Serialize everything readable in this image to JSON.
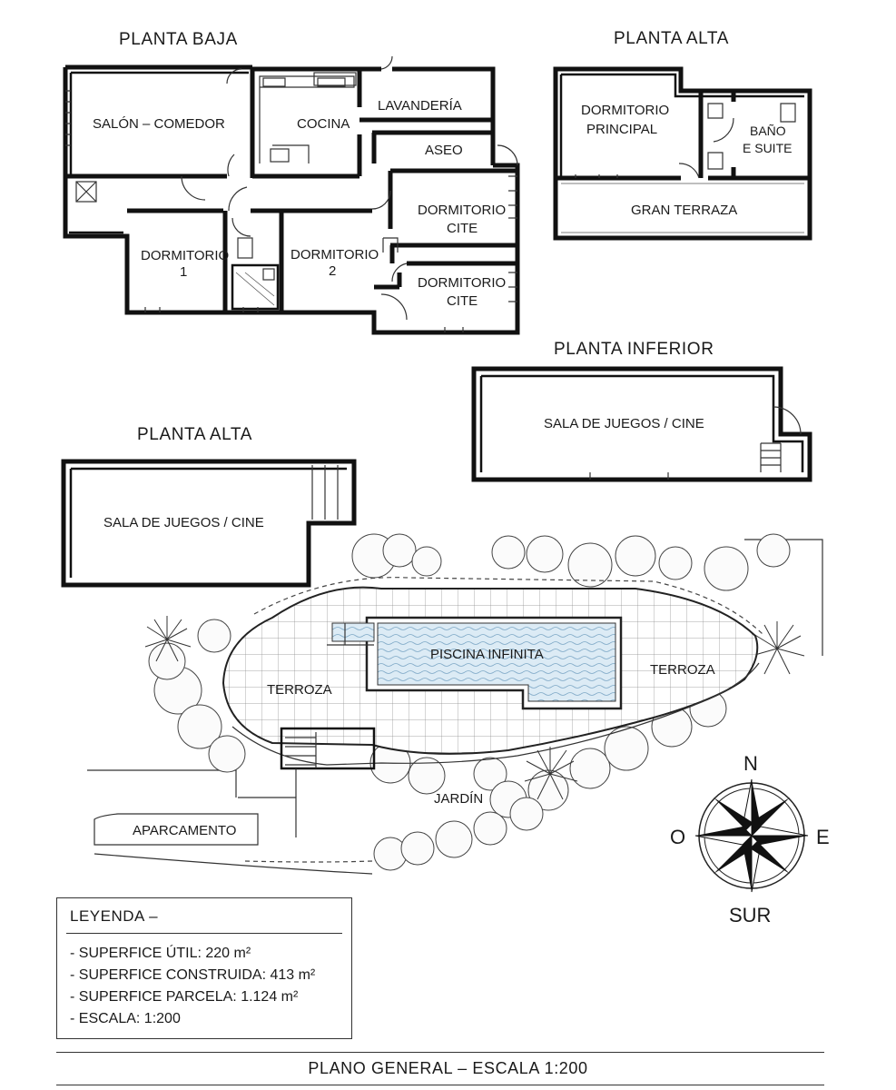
{
  "plans": {
    "planta_baja": {
      "title": "PLANTA BAJA",
      "rooms": {
        "salon": "SALÓN – COMEDOR",
        "cocina": "COCINA",
        "lavanderia": "LAVANDERÍA",
        "aseo": "ASEO",
        "dormitorio1_a": "DORMITORIO",
        "dormitorio1_b": "1",
        "dormitorio2_a": "DORMITORIO",
        "dormitorio2_b": "2",
        "cite1_a": "DORMITORIO",
        "cite1_b": "CITE",
        "cite2_a": "DORMITORIO",
        "cite2_b": "CITE"
      }
    },
    "planta_alta_top": {
      "title": "PLANTA ALTA",
      "rooms": {
        "principal_a": "DORMITORIO",
        "principal_b": "PRINCIPAL",
        "bano_a": "BAÑO",
        "bano_b": "E SUITE",
        "terraza": "GRAN TERRAZA"
      }
    },
    "planta_inferior": {
      "title": "PLANTA INFERIOR",
      "rooms": {
        "sala": "SALA DE JUEGOS / CINE"
      }
    },
    "planta_alta_lower": {
      "title": "PLANTA ALTA",
      "rooms": {
        "sala": "SALA DE JUEGOS / CINE"
      }
    }
  },
  "site": {
    "pool": "PISCINA INFINITA",
    "terrace_left": "TERROZA",
    "terrace_right": "TERROZA",
    "garden": "JARDÍN",
    "parking": "APARCAMENTO"
  },
  "compass": {
    "n": "N",
    "s": "SUR",
    "e": "E",
    "w": "O"
  },
  "legend": {
    "title": "LEYENDA –",
    "items": [
      "- SUPERFICE ÚTIL: 220 m²",
      "- SUPERFICE CONSTRUIDA: 413 m²",
      "- SUPERFICE PARCELA: 1.124 m²",
      "- ESCALA: 1:200"
    ]
  },
  "footer": {
    "title": "PLANO GENERAL – ESCALA 1:200"
  }
}
